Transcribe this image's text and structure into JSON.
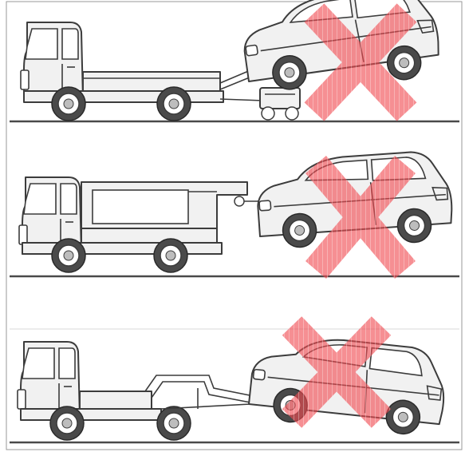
{
  "figure": {
    "panels": [
      {
        "name": "tow-truck-with-wheel-lift-dolly",
        "prohibited": true
      },
      {
        "name": "tow-truck-with-boom-sling",
        "prohibited": true
      },
      {
        "name": "tow-truck-with-wheel-lift-frame",
        "prohibited": true
      }
    ],
    "colors": {
      "cross_mark": "#f04b50",
      "line_art": "#3c3c3c",
      "ground_line": "#4a4a4a",
      "background": "#ffffff"
    },
    "icons": [
      "tow-truck-icon",
      "suv-icon",
      "prohibited-x-icon"
    ]
  }
}
